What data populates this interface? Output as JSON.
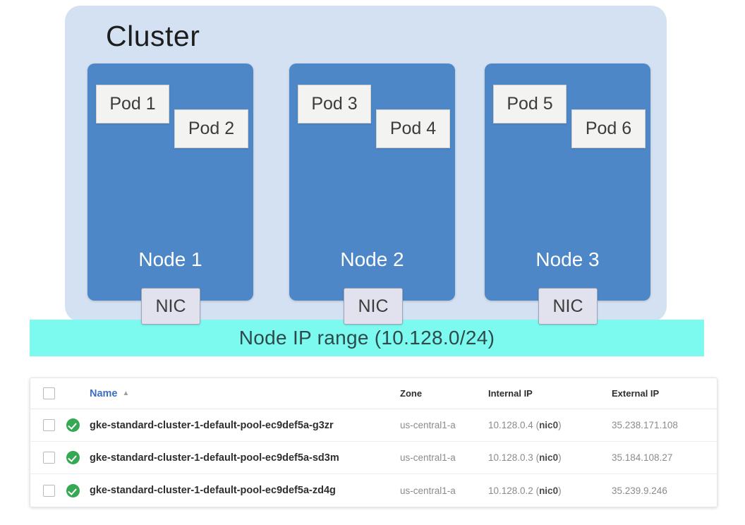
{
  "diagram": {
    "cluster_label": "Cluster",
    "nodes": [
      {
        "label": "Node 1",
        "nic_label": "NIC",
        "pods": [
          "Pod 1",
          "Pod 2"
        ]
      },
      {
        "label": "Node 2",
        "nic_label": "NIC",
        "pods": [
          "Pod 3",
          "Pod 4"
        ]
      },
      {
        "label": "Node 3",
        "nic_label": "NIC",
        "pods": [
          "Pod 5",
          "Pod 6"
        ]
      }
    ],
    "ip_range_label": "Node IP range (10.128.0/24)",
    "colors": {
      "cluster_bg": "#d3e1f2",
      "node_bg": "#4d87c7",
      "pod_bg": "#f3f3f1",
      "nic_bg": "#e2e2ee",
      "ip_range_bg": "#7cfaf0"
    }
  },
  "table": {
    "columns": {
      "name": "Name",
      "sort_caret": "▲",
      "zone": "Zone",
      "internal_ip": "Internal IP",
      "external_ip": "External IP"
    },
    "rows": [
      {
        "status": "ok",
        "name": "gke-standard-cluster-1-default-pool-ec9def5a-g3zr",
        "zone": "us-central1-a",
        "internal_ip": "10.128.0.4",
        "internal_ip_nic": "nic0",
        "external_ip": "35.238.171.108"
      },
      {
        "status": "ok",
        "name": "gke-standard-cluster-1-default-pool-ec9def5a-sd3m",
        "zone": "us-central1-a",
        "internal_ip": "10.128.0.3",
        "internal_ip_nic": "nic0",
        "external_ip": "35.184.108.27"
      },
      {
        "status": "ok",
        "name": "gke-standard-cluster-1-default-pool-ec9def5a-zd4g",
        "zone": "us-central1-a",
        "internal_ip": "10.128.0.2",
        "internal_ip_nic": "nic0",
        "external_ip": "35.239.9.246"
      }
    ]
  }
}
